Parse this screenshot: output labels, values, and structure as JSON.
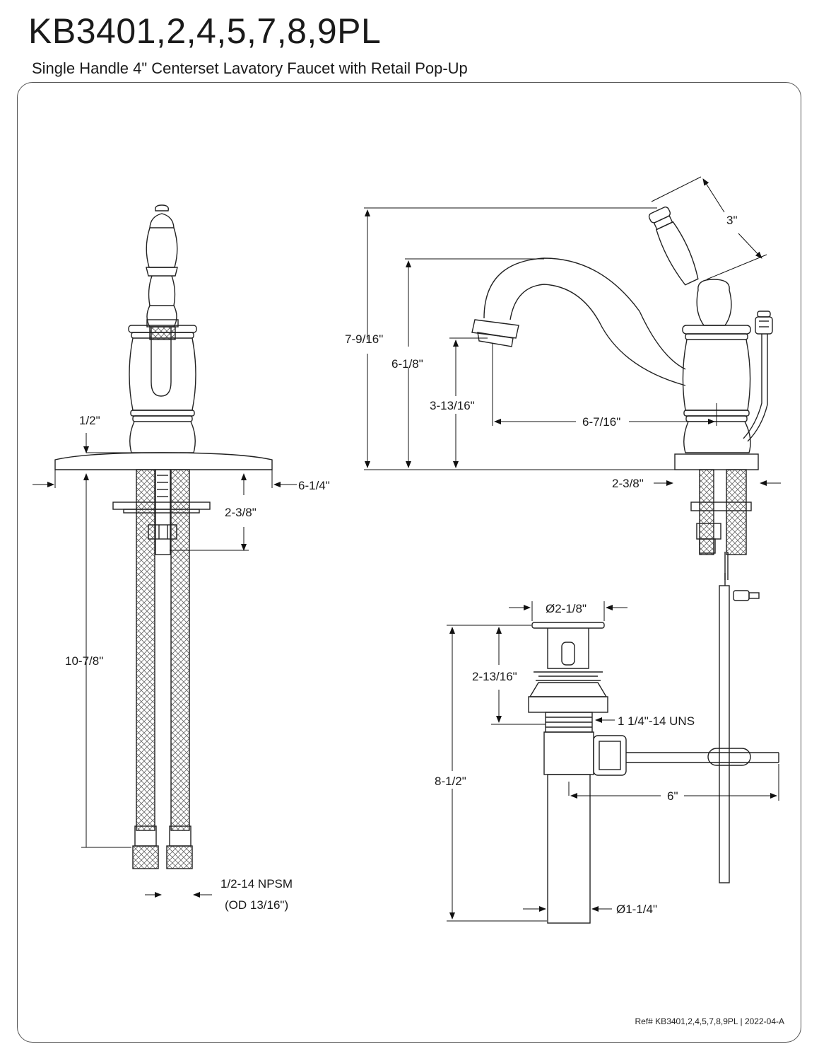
{
  "header": {
    "model": "KB3401,2,4,5,7,8,9PL",
    "description": "Single Handle 4\" Centerset Lavatory Faucet with Retail Pop-Up"
  },
  "front_view": {
    "deck_height": "1/2\"",
    "plate_width": "6-1/4\"",
    "shank_length": "2-3/8\"",
    "hose_length": "10-7/8\"",
    "connection": "1/2-14 NPSM",
    "connection_od": "(OD 13/16\")"
  },
  "side_view": {
    "overall_height": "7-9/16\"",
    "spout_height": "6-1/8\"",
    "aerator_height": "3-13/16\"",
    "spout_reach": "6-7/16\"",
    "handle_length": "3\"",
    "base_width": "2-3/8\""
  },
  "drain_view": {
    "flange_diameter": "Ø2-1/8\"",
    "flange_height": "2-13/16\"",
    "thread": "1 1/4\"-14 UNS",
    "overall_length": "8-1/2\"",
    "rod_length": "6\"",
    "tail_diameter": "Ø1-1/4\""
  },
  "footer": {
    "reference": "Ref# KB3401,2,4,5,7,8,9PL | 2022-04-A"
  }
}
